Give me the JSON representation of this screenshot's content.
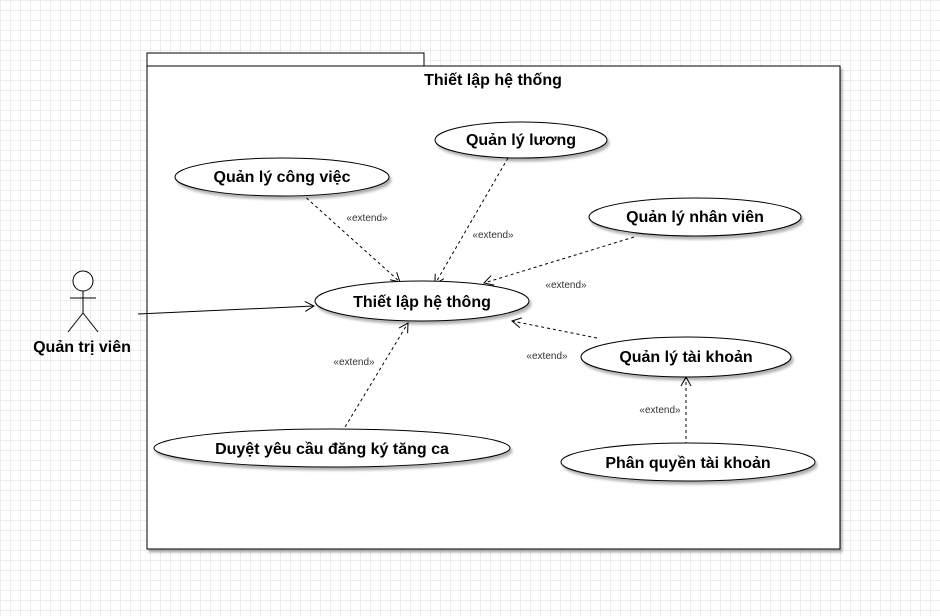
{
  "system": {
    "title": "Thiết lập hệ thống"
  },
  "actor": {
    "name": "Quản trị viên"
  },
  "use_cases": {
    "main": "Thiết lập hệ thông",
    "cong_viec": "Quản lý công việc",
    "luong": "Quản lý lương",
    "nhan_vien": "Quản lý nhân viên",
    "tai_khoan": "Quản lý tài khoản",
    "tang_ca": "Duyệt yêu cầu đăng ký tăng ca",
    "phan_quyen": "Phân quyền tài khoản"
  },
  "relations": {
    "extend": "«extend»"
  }
}
